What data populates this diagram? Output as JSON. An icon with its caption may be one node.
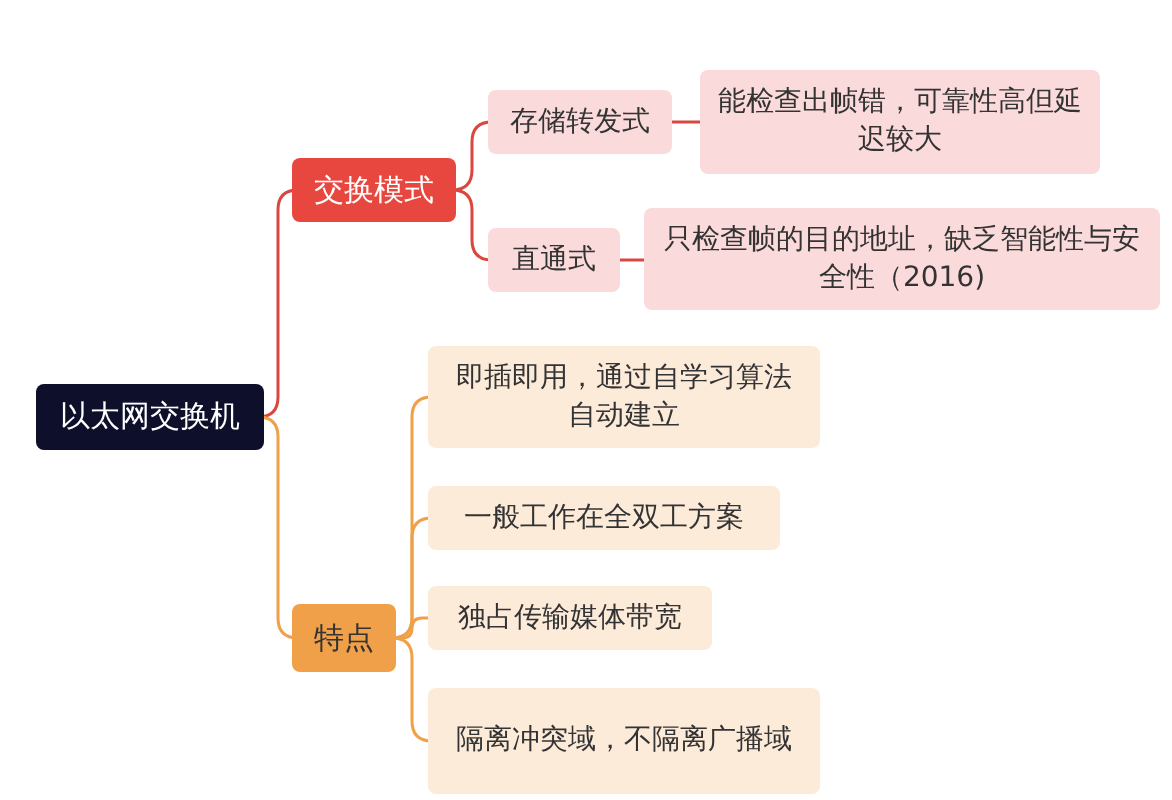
{
  "diagram": {
    "nodes": [
      {
        "text": [
          "以太网交换机"
        ]
      },
      {
        "text": [
          "交换模式"
        ]
      },
      {
        "text": [
          "存储转发式"
        ]
      },
      {
        "text": [
          "能检查出帧错，可靠性高但延迟较大"
        ]
      },
      {
        "text": [
          "直通式"
        ]
      },
      {
        "text": [
          "只检查帧的目的地址，缺乏智能性与安全性（2016)"
        ]
      },
      {
        "text": [
          "特点"
        ]
      },
      {
        "text": [
          "即插即用，通过自学习算法自动建立"
        ]
      },
      {
        "text": [
          "一般工作在全双工方案"
        ]
      },
      {
        "text": [
          "独占传输媒体带宽"
        ]
      },
      {
        "text": [
          "隔离冲突域，不隔离广播域"
        ]
      }
    ],
    "edges": [
      {
        "from": 0,
        "to": 1,
        "arrow": "none"
      },
      {
        "from": 1,
        "to": 2,
        "arrow": "none"
      },
      {
        "from": 2,
        "to": 3,
        "arrow": "none"
      },
      {
        "from": 1,
        "to": 4,
        "arrow": "none"
      },
      {
        "from": 4,
        "to": 5,
        "arrow": "none"
      },
      {
        "from": 0,
        "to": 6,
        "arrow": "none",
        "color": "#f0a048"
      },
      {
        "from": 6,
        "to": 7,
        "arrow": "none",
        "color": "#f0a048"
      },
      {
        "from": 6,
        "to": 8,
        "arrow": "none",
        "color": "#f0a048"
      },
      {
        "from": 6,
        "to": 9,
        "arrow": "none",
        "color": "#f0a048"
      },
      {
        "from": 6,
        "to": 10,
        "arrow": "none",
        "color": "#f0a048"
      }
    ]
  }
}
